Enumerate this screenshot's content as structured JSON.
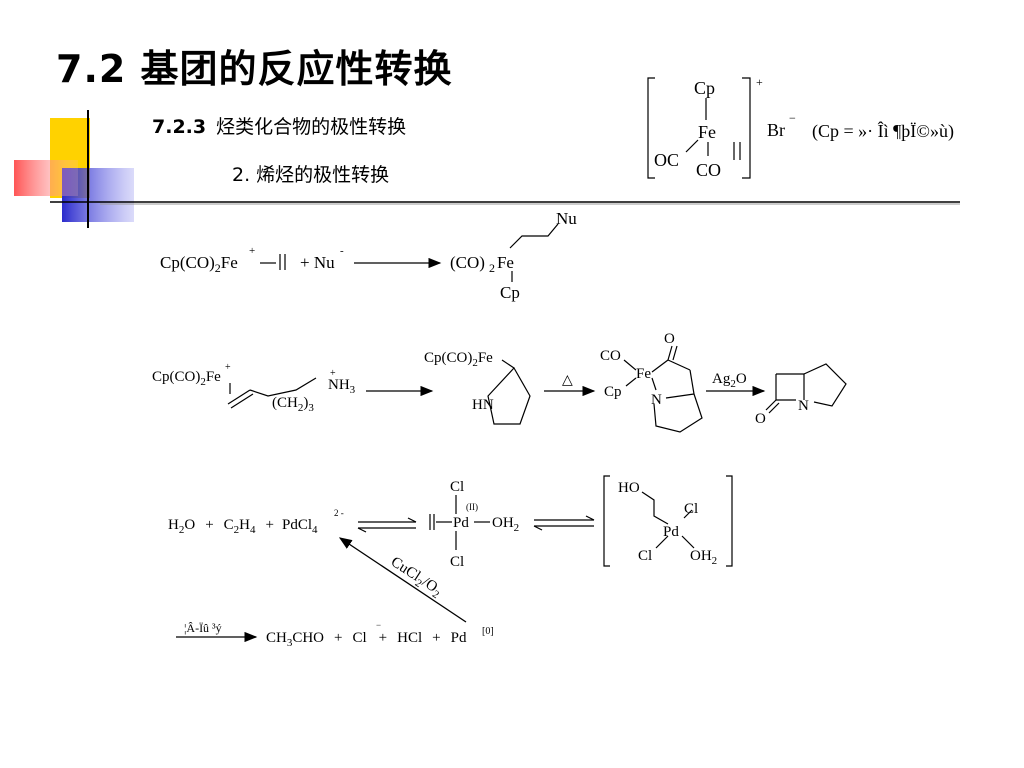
{
  "slide": {
    "title": "7.2  基团的反应性转换",
    "subtitle_num": "7.2.3",
    "subtitle_text": "烃类化合物的极性转换",
    "point": "2. 烯烃的极性转换"
  },
  "colors": {
    "yellow": "#FFD700",
    "blue": "#3333CC",
    "red": "#FF4444",
    "line": "#000000"
  },
  "complex": {
    "cp": "Cp",
    "fe": "Fe",
    "oc": "OC",
    "co": "CO",
    "charge": "+",
    "br": "Br",
    "br_charge": "−",
    "note": "(Cp = »· Îì ¶þÏ©»ù)"
  },
  "reaction1": {
    "reactant": "Cp(CO)",
    "sub2": "2",
    "fe": "Fe",
    "plus_charge": "+",
    "plus": "+ Nu",
    "nu_charge": "-",
    "product_co": "(CO)",
    "product_sub": "2",
    "product_fe": "Fe",
    "product_nu": "Nu",
    "product_cp": "Cp"
  },
  "reaction2": {
    "reactant_cp": "Cp(CO)",
    "reactant_sub": "2",
    "reactant_fe": "Fe",
    "reactant_charge": "+",
    "ch2": "(CH",
    "ch2_sub": "2",
    "ch2_close": ")",
    "ch2_n": "3",
    "nh3_n": "NH",
    "nh3_sub": "3",
    "nh3_charge": "+",
    "int1_cp": "Cp(CO)",
    "int1_sub": "2",
    "int1_fe": "Fe",
    "int1_hn": "HN",
    "heat": "△",
    "int2_co": "CO",
    "int2_fe": "Fe",
    "int2_cp": "Cp",
    "int2_n": "N",
    "int2_o": "O",
    "reagent": "Ag",
    "reagent_sub": "2",
    "reagent_o": "O",
    "product_n": "N",
    "product_o": "O"
  },
  "reaction3": {
    "h2o": "H",
    "h2o_sub": "2",
    "h2o_o": "O",
    "plus1": "+",
    "c2h4_c": "C",
    "c2h4_sub1": "2",
    "c2h4_h": "H",
    "c2h4_sub2": "4",
    "plus2": "+",
    "pdcl": "PdCl",
    "pdcl_sub": "4",
    "pdcl_charge": "2 -",
    "cl_top": "Cl",
    "ox": "(II)",
    "pd": "Pd",
    "oh": "OH",
    "oh_sub": "2",
    "cl_bot": "Cl",
    "br_ho": "HO",
    "br_cl1": "Cl",
    "br_pd": "Pd",
    "br_cl2": "Cl",
    "br_oh": "OH",
    "br_oh_sub": "2",
    "cucl": "CuCl",
    "cucl_sub": "2",
    "cucl_o": "/O",
    "cucl_o_sub": "2",
    "arrow_label": "¦Â-Ïû ³ý",
    "p_ch3": "CH",
    "p_sub": "3",
    "p_cho": "CHO",
    "p_plus1": "+",
    "p_cl": "Cl",
    "p_cl_charge": "−",
    "p_plus2": "+",
    "p_hcl": "HCl",
    "p_plus3": "+",
    "p_pd": "Pd",
    "p_pd_ox": "[0]"
  }
}
